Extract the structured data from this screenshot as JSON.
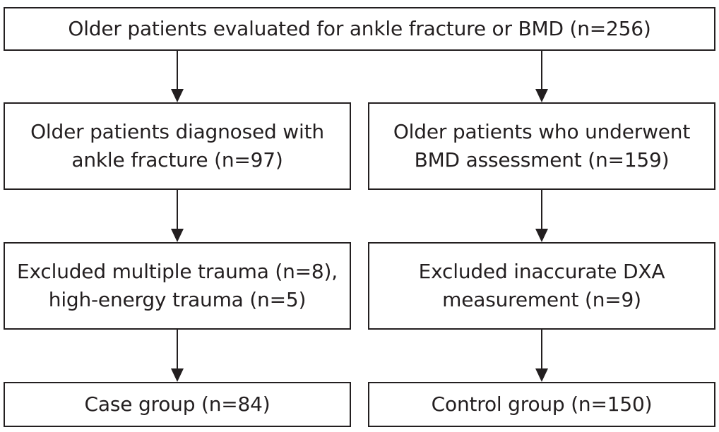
{
  "flowchart": {
    "top": {
      "line1": "Older patients evaluated for ankle fracture or BMD (n=256)"
    },
    "left": {
      "diagnosed": {
        "line1": "Older patients diagnosed with",
        "line2": "ankle fracture (n=97)"
      },
      "excluded": {
        "line1": "Excluded multiple trauma (n=8),",
        "line2": "high-energy trauma (n=5)"
      },
      "final": {
        "line1": "Case group (n=84)"
      }
    },
    "right": {
      "assessed": {
        "line1": "Older patients who underwent",
        "line2": "BMD assessment (n=159)"
      },
      "excluded": {
        "line1": "Excluded inaccurate DXA",
        "line2": "measurement (n=9)"
      },
      "final": {
        "line1": "Control group (n=150)"
      }
    }
  }
}
